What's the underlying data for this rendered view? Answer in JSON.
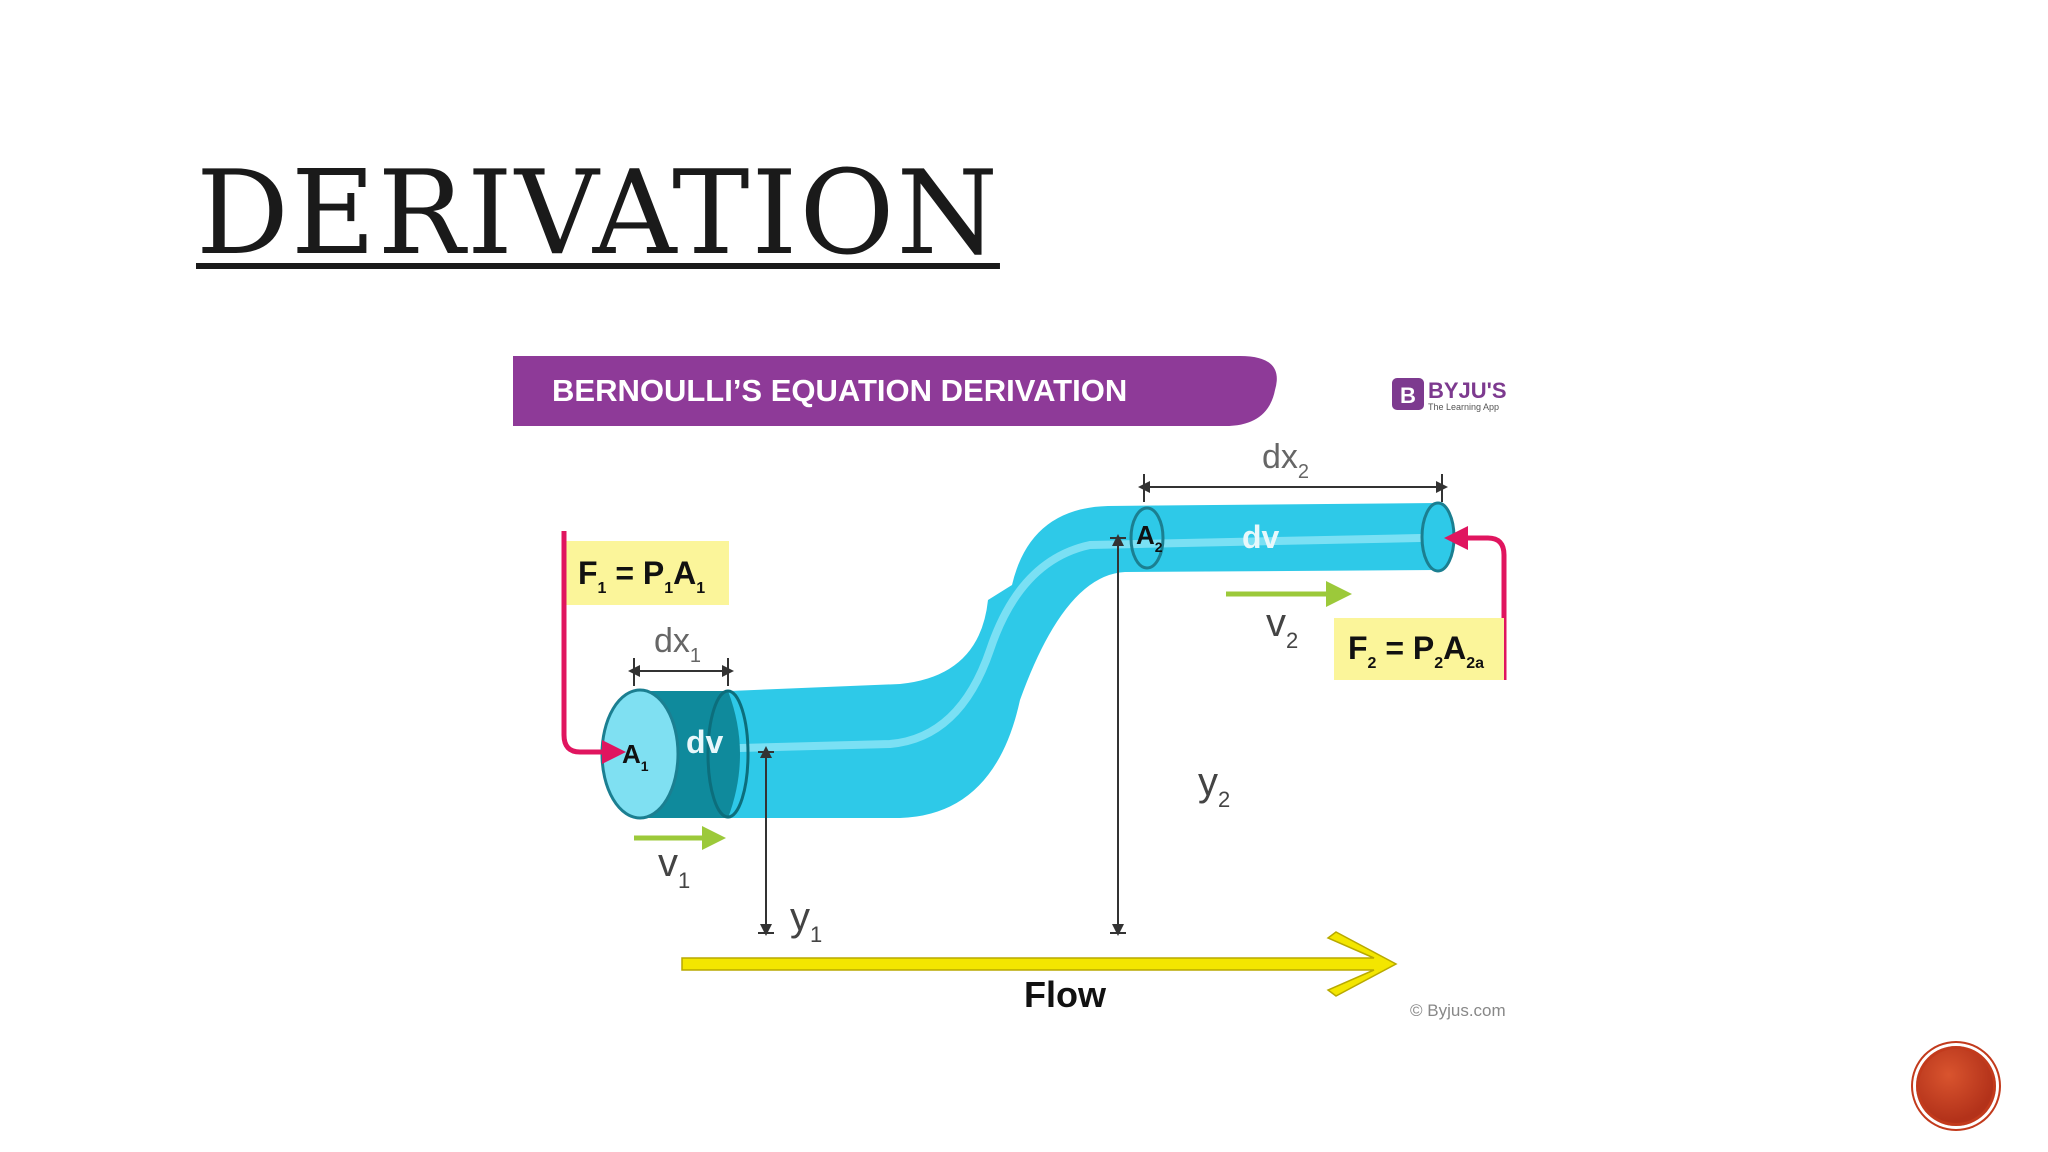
{
  "slide": {
    "title": "DERIVATION"
  },
  "figure": {
    "banner_title": "BERNOULLI’S EQUATION DERIVATION",
    "brand": {
      "name": "BYJU'S",
      "tagline": "The Learning App",
      "logo_letter": "B"
    },
    "force_left": {
      "f": "F",
      "f_sub": "1",
      "eq": " = P",
      "p_sub": "1",
      "a": "A",
      "a_sub": "1"
    },
    "force_right": {
      "f": "F",
      "f_sub": "2",
      "eq": " = P",
      "p_sub": "2",
      "a": "A",
      "a_sub": "2a"
    },
    "dx1": {
      "base": "dx",
      "sub": "1"
    },
    "dx2": {
      "base": "dx",
      "sub": "2"
    },
    "a1": {
      "base": "A",
      "sub": "1"
    },
    "a2": {
      "base": "A",
      "sub": "2"
    },
    "dv_left": "dv",
    "dv_right": "dv",
    "v1": {
      "base": "v",
      "sub": "1"
    },
    "v2": {
      "base": "v",
      "sub": "2"
    },
    "y1": {
      "base": "y",
      "sub": "1"
    },
    "y2": {
      "base": "y",
      "sub": "2"
    },
    "flow_label": "Flow",
    "copyright": "© Byjus.com",
    "colors": {
      "banner": "#8e3a98",
      "pipe": "#2ec9e8",
      "pipe_dark": "#0f8a9c",
      "pipe_end": "#7fe0f2",
      "force_arrow": "#e0155f",
      "velocity_arrow": "#9cc93a",
      "flow_arrow": "#f3e600",
      "label_box": "#fbf59a"
    }
  }
}
